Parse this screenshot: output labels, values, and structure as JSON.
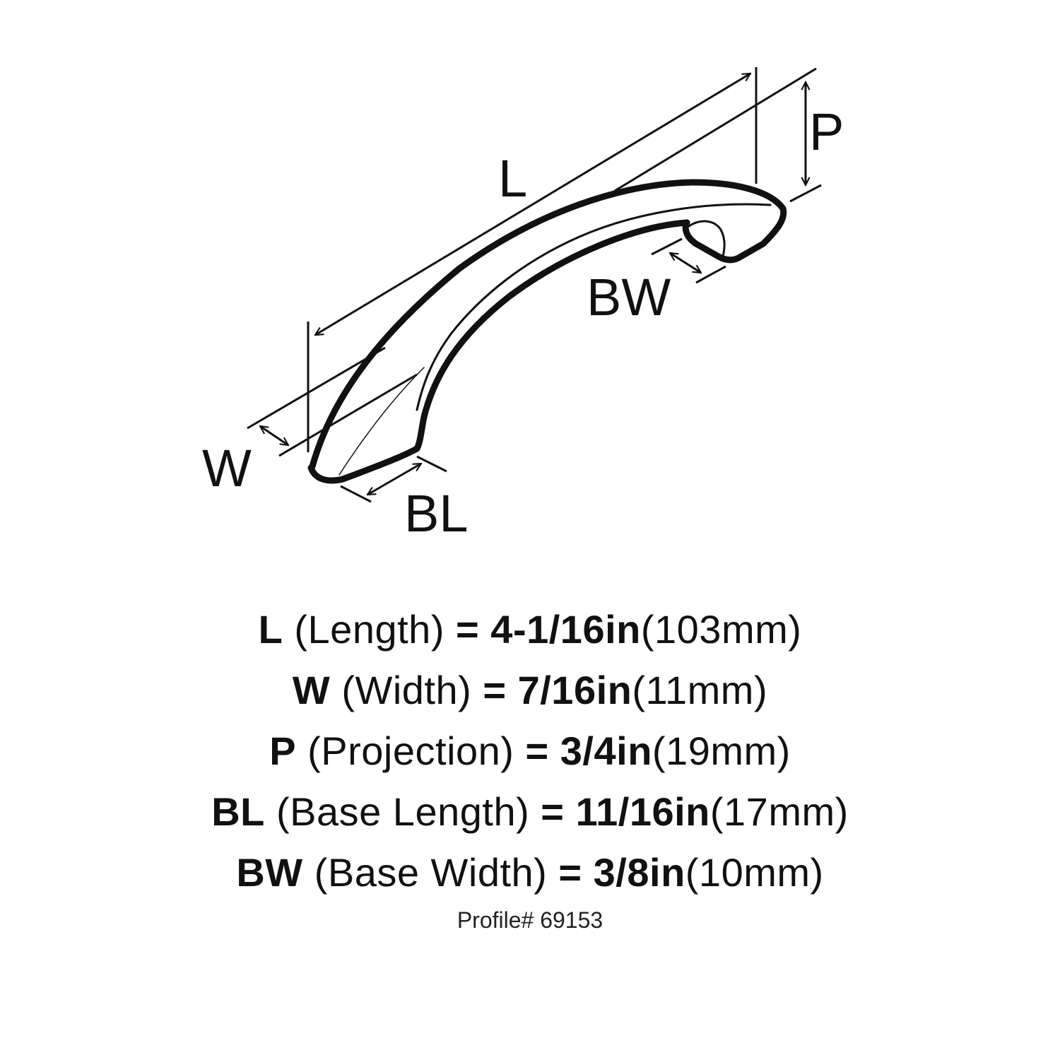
{
  "diagram": {
    "subject": "cabinet-pull-handle",
    "labels": {
      "L": "L",
      "W": "W",
      "P": "P",
      "BL": "BL",
      "BW": "BW"
    },
    "colors": {
      "line": "#111111",
      "background": "#ffffff"
    }
  },
  "specs": [
    {
      "abbr": "L",
      "name": "(Length)",
      "eq": "=",
      "imperial": "4-1/16in",
      "metric": "(103mm)"
    },
    {
      "abbr": "W",
      "name": "(Width)",
      "eq": "=",
      "imperial": "7/16in",
      "metric": "(11mm)"
    },
    {
      "abbr": "P",
      "name": "(Projection)",
      "eq": "=",
      "imperial": "3/4in",
      "metric": "(19mm)"
    },
    {
      "abbr": "BL",
      "name": "(Base Length)",
      "eq": "=",
      "imperial": "11/16in",
      "metric": "(17mm)"
    },
    {
      "abbr": "BW",
      "name": "(Base Width)",
      "eq": "=",
      "imperial": "3/8in",
      "metric": "(10mm)"
    }
  ],
  "profile": "Profile# 69153"
}
